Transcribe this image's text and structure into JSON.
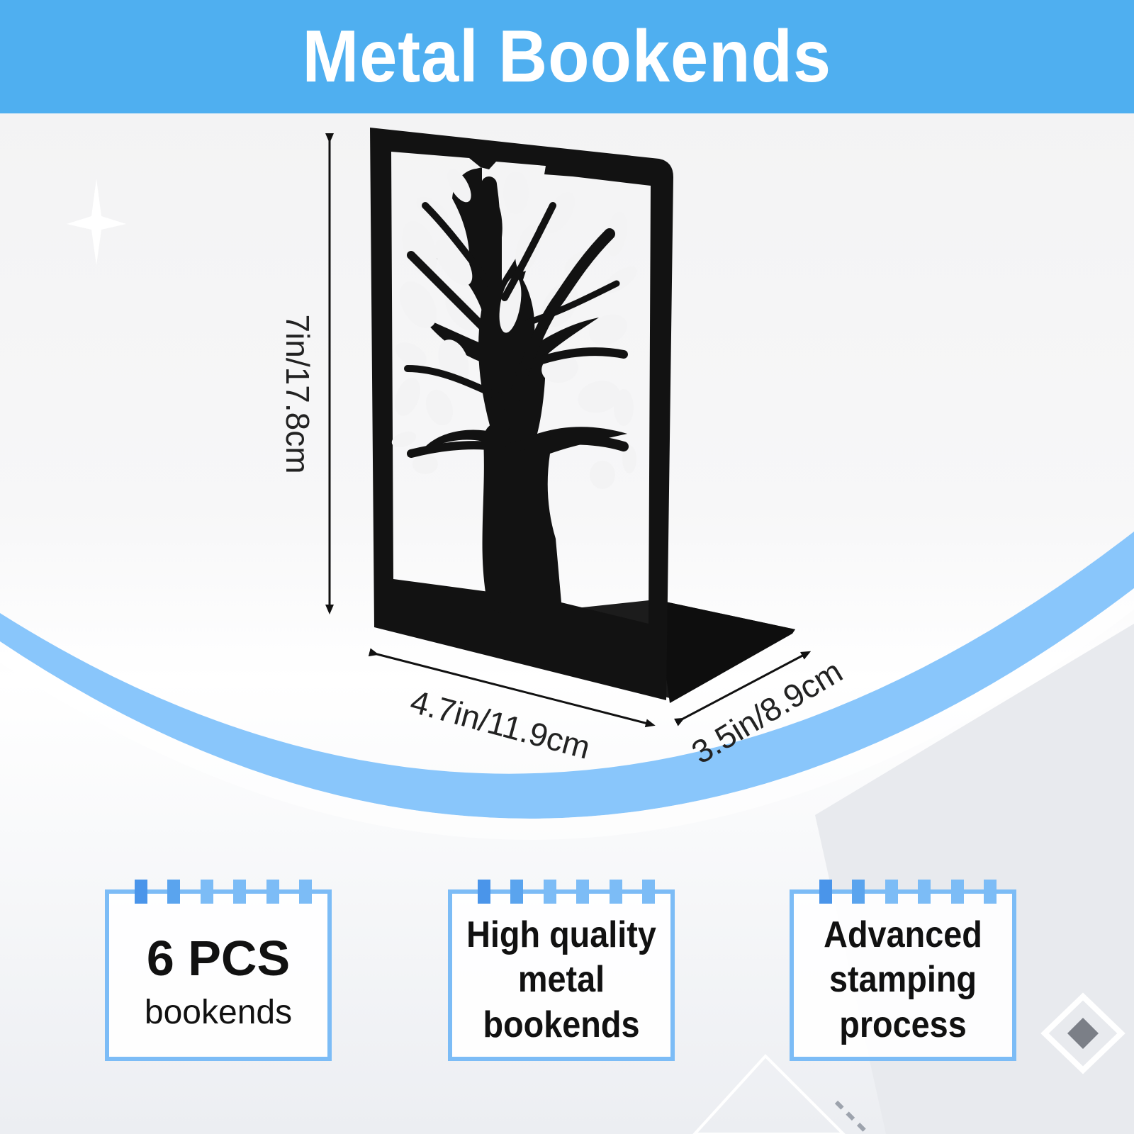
{
  "banner": {
    "title": "Metal Bookends"
  },
  "dimensions": {
    "height": "7in/17.8cm",
    "width": "4.7in/11.9cm",
    "depth": "3.5in/8.9cm"
  },
  "features": [
    {
      "big": "6 PCS",
      "small": "bookends"
    },
    {
      "text": "High quality metal bookends"
    },
    {
      "text": "Advanced stamping process"
    }
  ],
  "colors": {
    "banner": "#4faff0",
    "arc": "#7cc0fb",
    "card_border": "#7cbcf6",
    "product": "#121212"
  },
  "icons": [
    "sparkle-icon",
    "diamond-icon"
  ]
}
